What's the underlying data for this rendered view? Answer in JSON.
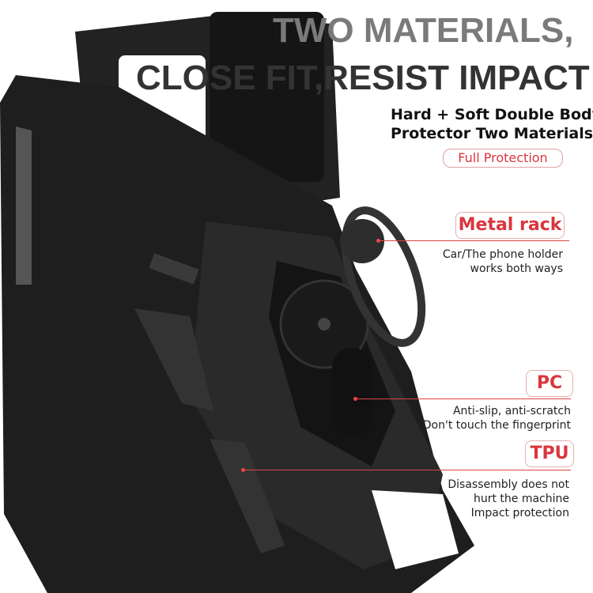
{
  "headline": {
    "line1": "TWO MATERIALS,",
    "line2": "CLOSE FIT,RESIST IMPACT"
  },
  "subheading": {
    "line1": "Hard + Soft Double Body",
    "line2": "Protector Two Materials"
  },
  "badge": "Full Protection",
  "features": [
    {
      "label": "Metal rack",
      "lines": [
        "Car/The phone holder",
        "works both ways"
      ]
    },
    {
      "label": "PC",
      "lines": [
        "Anti-slip, anti-scratch",
        "Don't touch the fingerprint"
      ]
    },
    {
      "label": "TPU",
      "lines": [
        "Disassembly does not",
        "hurt the machine",
        "Impact protection"
      ]
    }
  ],
  "colors": {
    "accent": "#d9363e",
    "case": "#1c1c1c"
  }
}
